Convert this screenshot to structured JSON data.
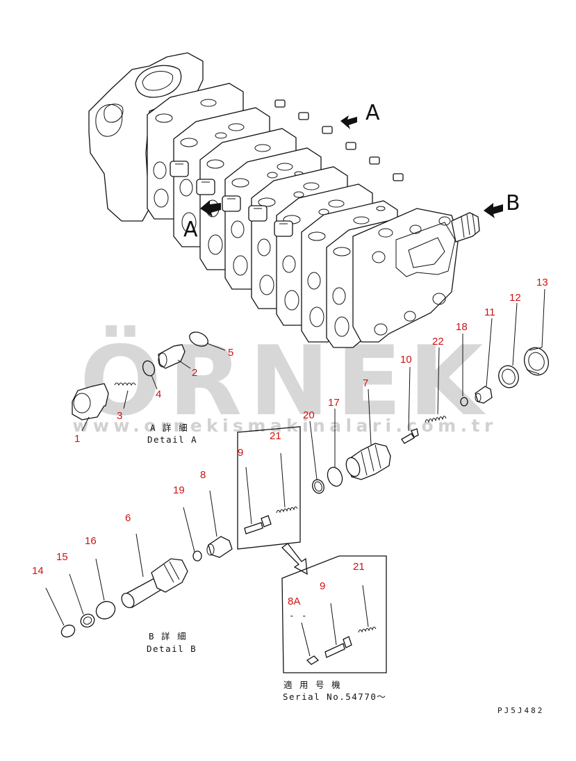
{
  "view_labels": {
    "a_upper": "A",
    "a_lower": "A",
    "b_right": "B"
  },
  "callouts": {
    "c1": "1",
    "c2": "2",
    "c3": "3",
    "c4": "4",
    "c5": "5",
    "c6": "6",
    "c7": "7",
    "c8": "8",
    "c9_inset1": "9",
    "c9_inset2": "9",
    "c8a": "8A",
    "c10": "10",
    "c11": "11",
    "c12": "12",
    "c13": "13",
    "c14": "14",
    "c15": "15",
    "c16": "16",
    "c17": "17",
    "c18": "18",
    "c19": "19",
    "c20": "20",
    "c21_inset1": "21",
    "c21_inset2": "21",
    "c22": "22"
  },
  "captions": {
    "detail_a_jp": "A 詳 細",
    "detail_a_en": "Detail A",
    "detail_b_jp": "B 詳 細",
    "detail_b_en": "Detail B",
    "serial_jp": "適 用 号 機",
    "serial_en": "Serial No.54770～",
    "inset_dashes": "- -"
  },
  "drawing_code": "PJ5J482",
  "watermark": {
    "brand": "ÖRNEK",
    "url": "www.ornekismakinalari.com.tr"
  },
  "colors": {
    "callout": "#d01010",
    "watermark": "#c9c9c9",
    "watermark_dots": "#f2d58a",
    "line": "#111111"
  }
}
